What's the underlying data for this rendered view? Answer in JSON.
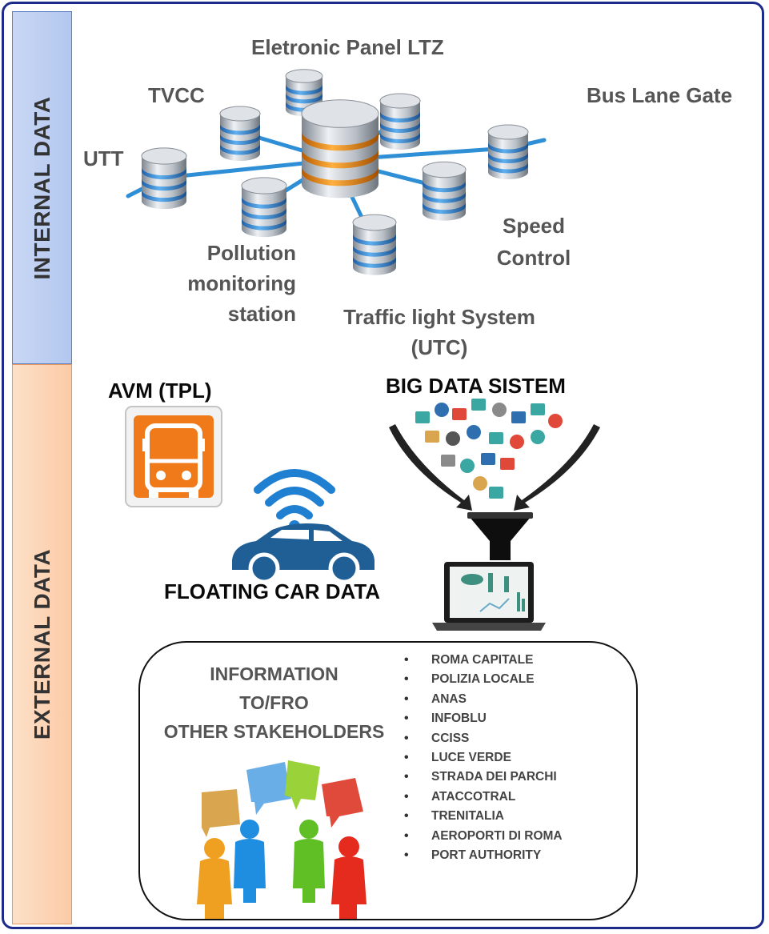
{
  "bands": {
    "internal": "INTERNAL DATA",
    "external": "EXTERNAL DATA"
  },
  "network_labels": {
    "panel": "Eletronic Panel LTZ",
    "tvcc": "TVCC",
    "bus_lane": "Bus Lane Gate",
    "utt": "UTT",
    "speed": "Speed\nControl",
    "pollution": "Pollution\nmonitoring\nstation",
    "traffic": "Traffic light System\n(UTC)"
  },
  "external_labels": {
    "avm": "AVM (TPL)",
    "big_data": "BIG DATA SISTEM",
    "floating": "FLOATING CAR DATA"
  },
  "info": {
    "title_lines": [
      "INFORMATION",
      "TO/FRO",
      "OTHER STAKEHOLDERS"
    ],
    "stakeholders": [
      "ROMA CAPITALE",
      "POLIZIA LOCALE",
      "ANAS",
      "INFOBLU",
      "CCISS",
      "LUCE VERDE",
      "STRADA DEI PARCHI",
      "ATACCOTRAL",
      "TRENITALIA",
      "AEROPORTI DI ROMA",
      "PORT AUTHORITY"
    ]
  },
  "icons": {
    "databases": "database-icon",
    "bus": "bus-icon",
    "car": "connected-car-icon",
    "funnel": "funnel-icon",
    "laptop": "laptop-icon",
    "people": "people-puzzle-icon"
  },
  "colors": {
    "frame": "#1c2a8a",
    "internal_band": "#b3c7ef",
    "external_band": "#fbcba6",
    "link": "#2f8fd6",
    "bus_orange": "#f07a1a",
    "car_blue": "#1f5f96"
  }
}
